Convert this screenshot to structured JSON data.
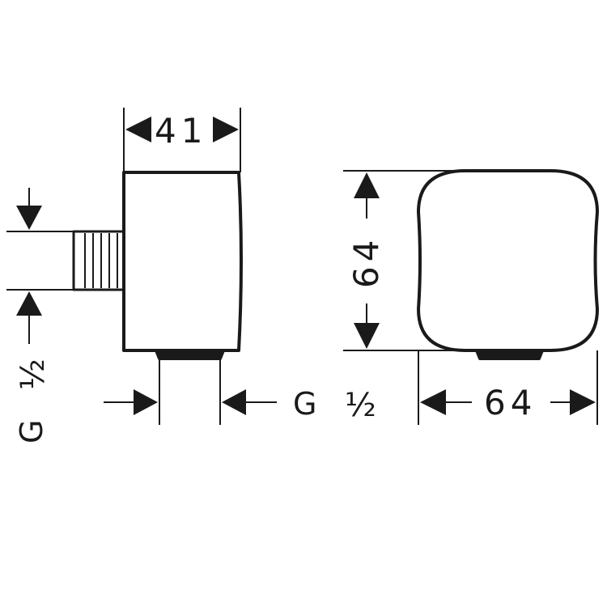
{
  "side_view": {
    "width_label": "41",
    "thread_label_horizontal_g": "G",
    "thread_label_horizontal_frac": "½",
    "thread_label_vertical_g": "G",
    "thread_label_vertical_frac": "½"
  },
  "front_view": {
    "height_label": "64",
    "width_label": "64"
  },
  "colors": {
    "line": "#1a1a1a",
    "background": "#ffffff"
  }
}
